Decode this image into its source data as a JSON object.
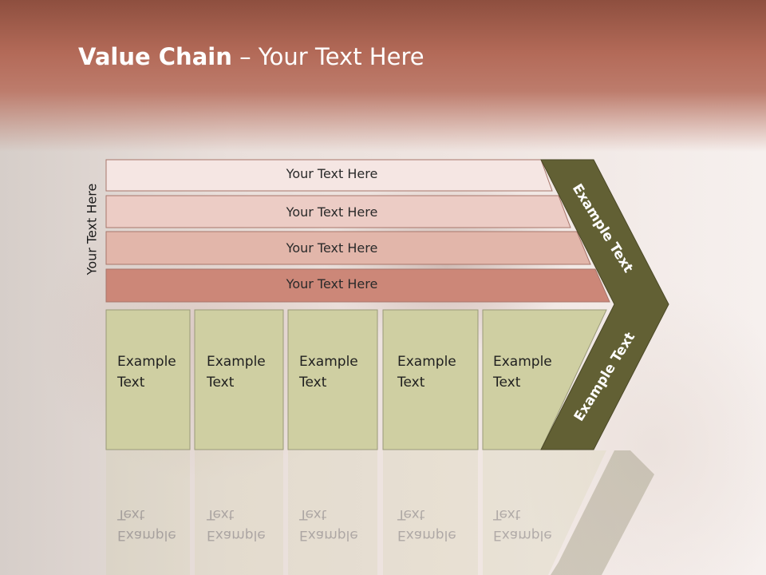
{
  "slide": {
    "title_bold": "Value Chain",
    "title_rest": " – Your Text Here",
    "side_label": "Your Text Here"
  },
  "rows": [
    {
      "label": "Your Text Here",
      "color": "#f5e6e3"
    },
    {
      "label": "Your Text Here",
      "color": "#ecccc5"
    },
    {
      "label": "Your Text Here",
      "color": "#e2b6aa"
    },
    {
      "label": "Your Text Here",
      "color": "#cc8778"
    }
  ],
  "columns": [
    {
      "line1": "Example",
      "line2": "Text"
    },
    {
      "line1": "Example",
      "line2": "Text"
    },
    {
      "line1": "Example",
      "line2": "Text"
    },
    {
      "line1": "Example",
      "line2": "Text"
    },
    {
      "line1": "Example",
      "line2": "Text"
    }
  ],
  "chevron": {
    "upper_label": "Example Text",
    "lower_label": "Example Text",
    "color": "#626034"
  },
  "column_color": "#cfcfa2"
}
